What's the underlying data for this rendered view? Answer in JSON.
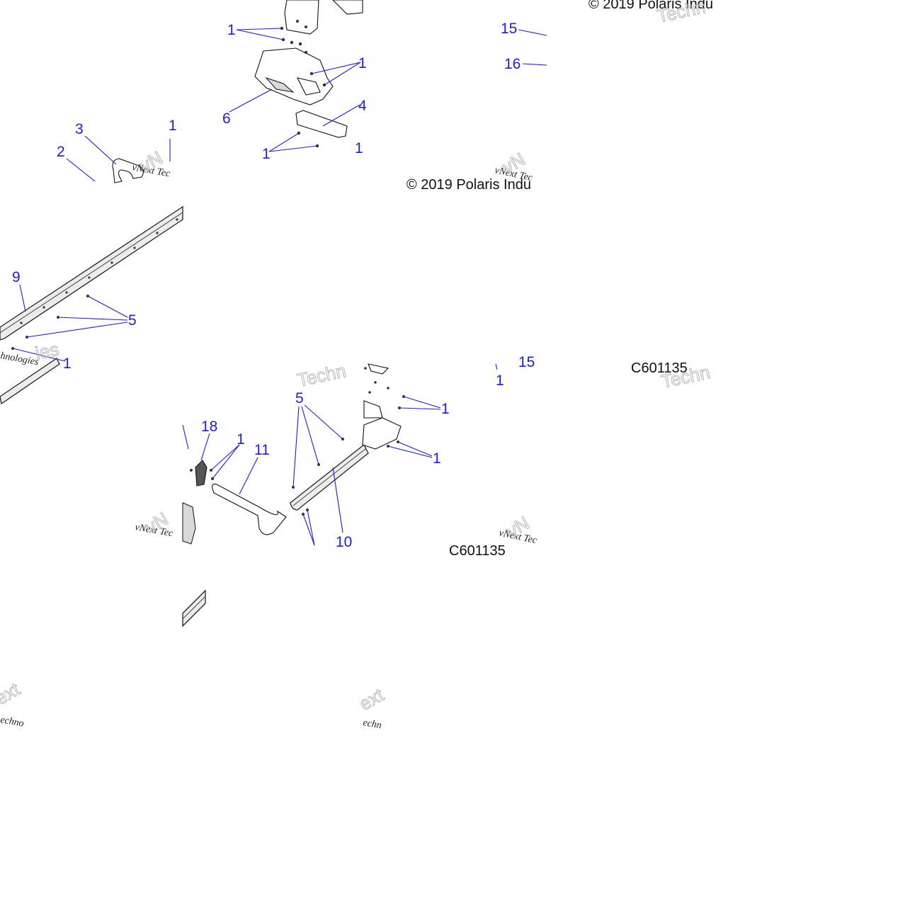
{
  "callouts": {
    "c_1_top": "1",
    "c_1_right_a": "1",
    "c_6": "6",
    "c_4": "4",
    "c_1_bracket_a": "1",
    "c_1_bracket_b": "1",
    "c_15": "15",
    "c_16": "16",
    "c_3": "3",
    "c_1_bar": "1",
    "c_2": "2",
    "c_9": "9",
    "c_5_left": "5",
    "c_1_left_low": "1",
    "c_5_mid": "5",
    "c_1_mid_a": "1",
    "c_1_mid_b": "1",
    "c_18": "18",
    "c_1_18": "1",
    "c_11": "11",
    "c_10": "10",
    "c_1_center": "1",
    "c_partial_15": "15"
  },
  "copyright": {
    "top_right": "© 2019 Polaris Indu",
    "mid": "© 2019 Polaris Indu"
  },
  "codes": {
    "right": "C601135",
    "bottom": "C601135"
  },
  "watermarks": {
    "tech": "Techn",
    "vnext": "vNext Tec",
    "vn": "vN",
    "nologies": "hnologies",
    "ies": "ies",
    "ext": "ext",
    "echno": "echno",
    "echn": "echn"
  }
}
